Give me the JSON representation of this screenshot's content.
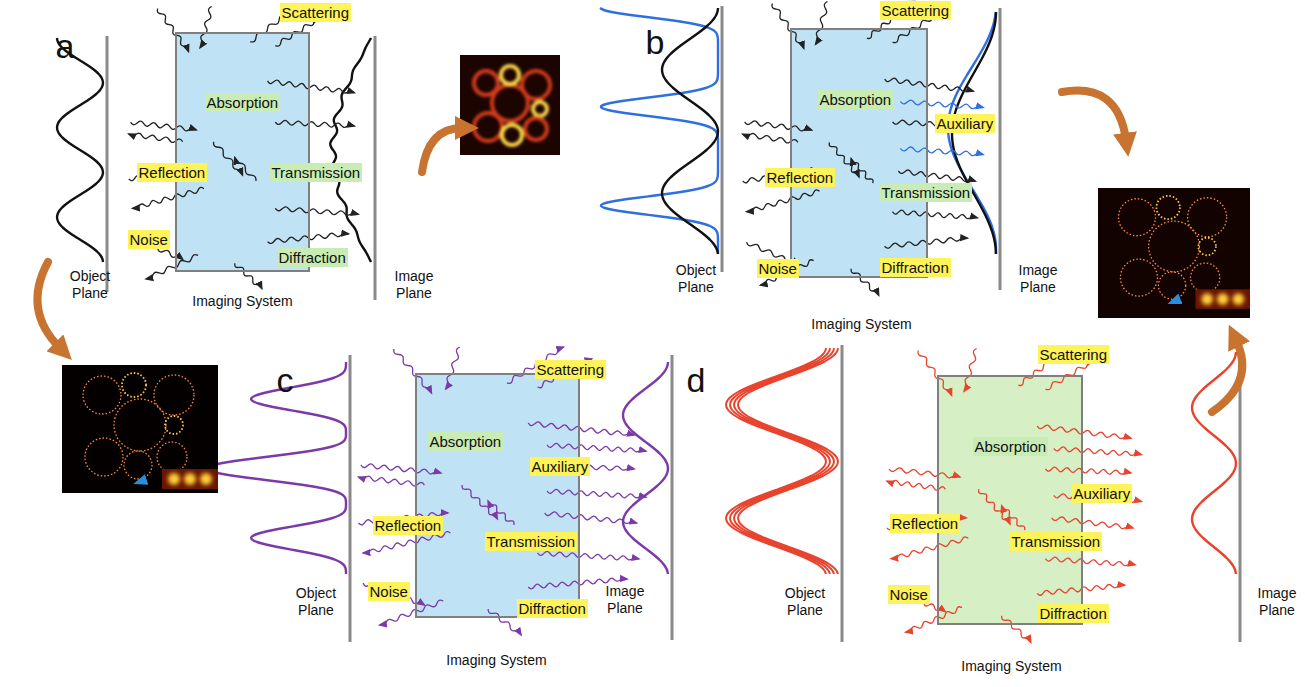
{
  "diagram": {
    "nodes": [
      {
        "text": [
          "Imaging System"
        ]
      },
      {
        "text": [
          "Scattering"
        ],
        "in": 0
      },
      {
        "text": [
          "Absorption"
        ],
        "in": 0
      },
      {
        "text": [
          "Reflection"
        ],
        "in": 0
      },
      {
        "text": [
          "Transmission"
        ],
        "in": 0
      },
      {
        "text": [
          "Noise"
        ],
        "in": 0
      },
      {
        "text": [
          "Diffraction"
        ],
        "in": 0
      },
      {
        "text": [
          "Imaging System"
        ]
      },
      {
        "text": [
          "Scattering"
        ],
        "in": 7
      },
      {
        "text": [
          "Absorption"
        ],
        "in": 7
      },
      {
        "text": [
          "Auxiliary"
        ],
        "in": 7
      },
      {
        "text": [
          "Reflection"
        ],
        "in": 7
      },
      {
        "text": [
          "Transmission"
        ],
        "in": 7
      },
      {
        "text": [
          "Noise"
        ],
        "in": 7
      },
      {
        "text": [
          "Diffraction"
        ],
        "in": 7
      },
      {
        "text": [
          "Imaging System"
        ]
      },
      {
        "text": [
          "Scattering"
        ],
        "in": 15
      },
      {
        "text": [
          "Absorption"
        ],
        "in": 15
      },
      {
        "text": [
          "Auxiliary"
        ],
        "in": 15
      },
      {
        "text": [
          "Reflection"
        ],
        "in": 15
      },
      {
        "text": [
          "Transmission"
        ],
        "in": 15
      },
      {
        "text": [
          "Noise"
        ],
        "in": 15
      },
      {
        "text": [
          "Diffraction"
        ],
        "in": 15
      },
      {
        "text": [
          "Imaging System"
        ]
      },
      {
        "text": [
          "Scattering"
        ],
        "in": 23
      },
      {
        "text": [
          "Absorption"
        ],
        "in": 23
      },
      {
        "text": [
          "Auxiliary"
        ],
        "in": 23
      },
      {
        "text": [
          "Reflection"
        ],
        "in": 23
      },
      {
        "text": [
          "Transmission"
        ],
        "in": 23
      },
      {
        "text": [
          "Noise"
        ],
        "in": 23
      },
      {
        "text": [
          "Diffraction"
        ],
        "in": 23
      }
    ],
    "labels": [
      "a",
      "Object Plane",
      "Image Plane",
      "b",
      "Object Plane",
      "Image Plane",
      "c",
      "Object Plane",
      "Image Plane",
      "d",
      "Object Plane",
      "Image Plane"
    ]
  }
}
